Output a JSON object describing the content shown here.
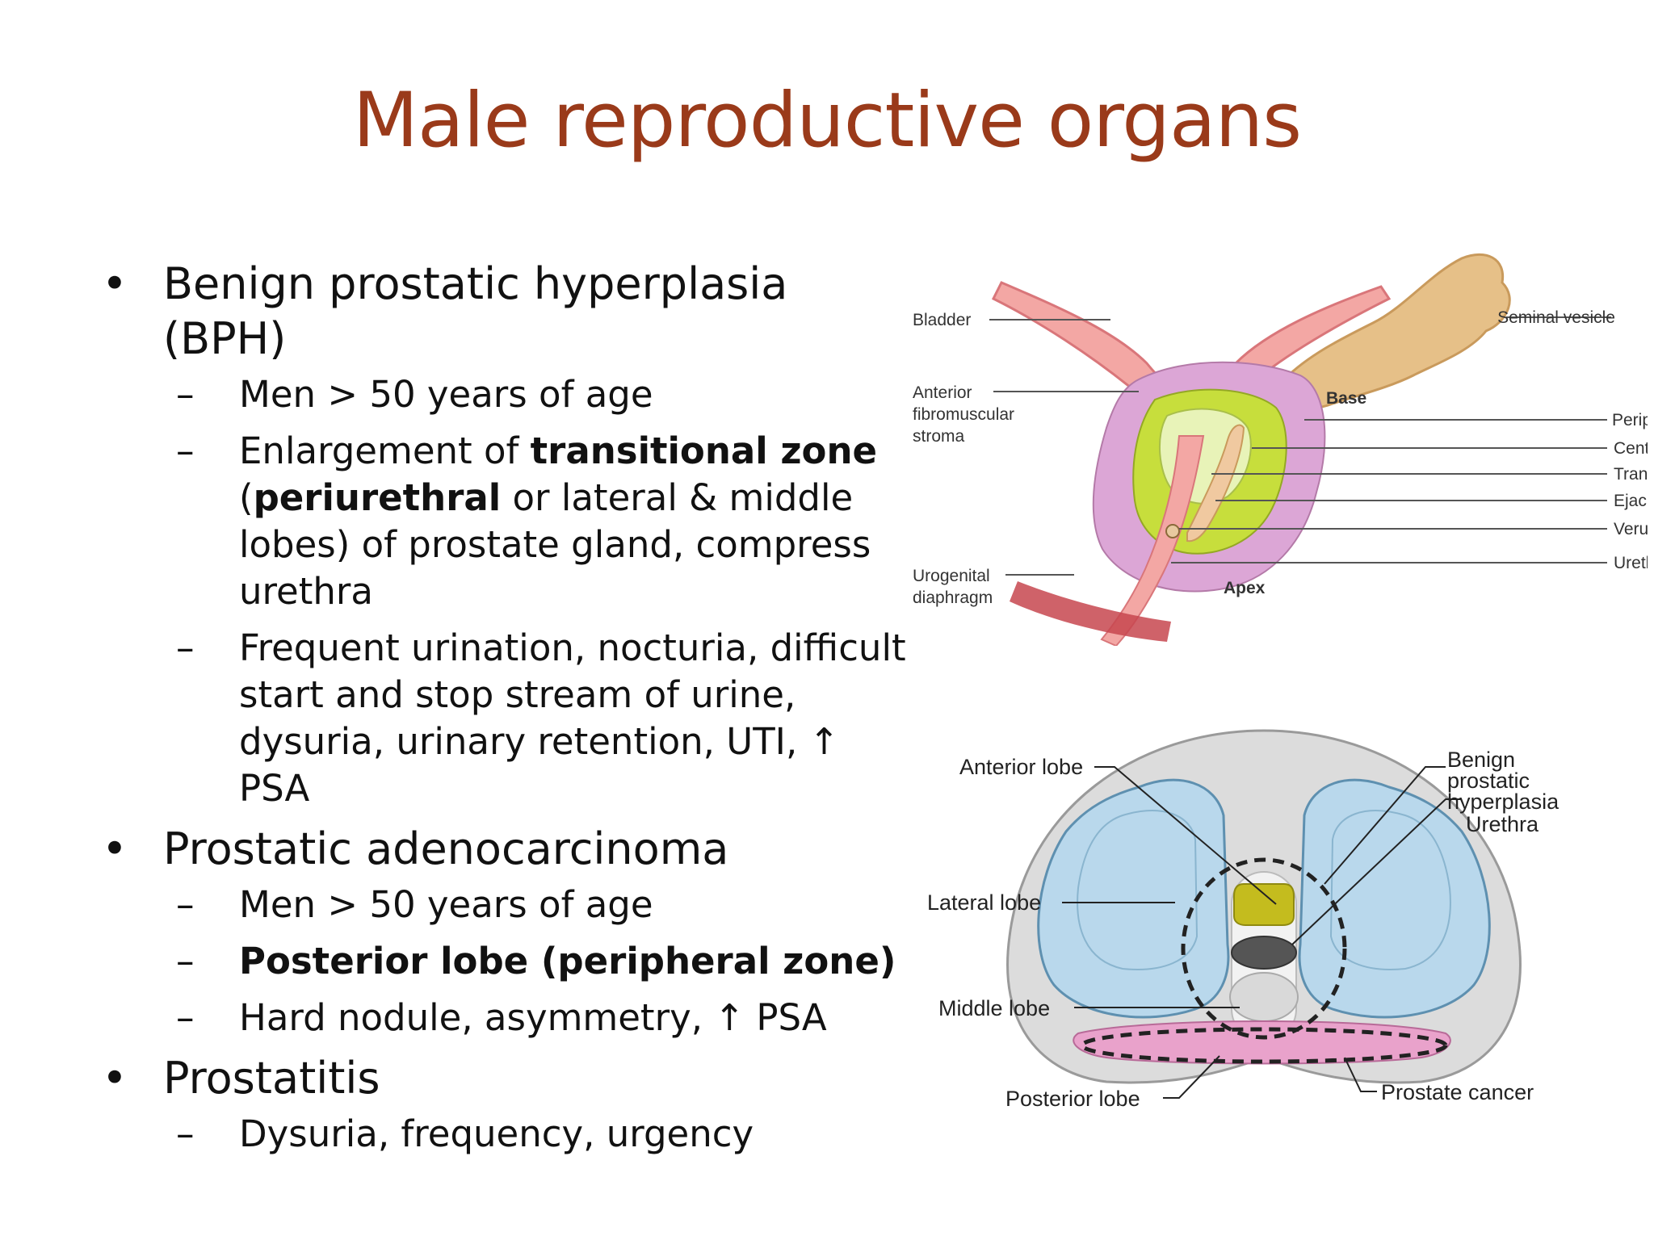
{
  "slide": {
    "title": "Male reproductive organs"
  },
  "bullets": {
    "bph": {
      "heading": "Benign prostatic hyperplasia (BPH)",
      "age": "Men > 50 years of age",
      "zone_pre": "Enlargement of ",
      "zone_bold1": "transitional zone",
      "zone_paren_open": "(",
      "zone_bold2": "periurethral",
      "zone_post": " or lateral & middle lobes) of prostate gland, compress urethra",
      "symptoms": "Frequent urination, nocturia, difficult start and stop stream of urine, dysuria, urinary retention, UTI,",
      "symptoms_arrow": "↑",
      "symptoms_tail": " PSA"
    },
    "adeno": {
      "heading": "Prostatic adenocarcinoma",
      "age": "Men > 50 years of age",
      "lobe": "Posterior lobe (peripheral zone)",
      "signs": "Hard nodule, asymmetry, ",
      "signs_arrow": "↑",
      "signs_tail": " PSA"
    },
    "prostatitis": {
      "heading": "Prostatitis",
      "symptoms": "Dysuria, frequency, urgency"
    }
  },
  "diagram_top": {
    "labels": {
      "bladder": "Bladder",
      "seminal_vesicle": "Seminal vesicle",
      "anterior_1": "Anterior",
      "anterior_2": "fibromuscular",
      "anterior_3": "stroma",
      "base": "Base",
      "peripheral_zone": "Peripheral zone",
      "central_zone": "Central zone",
      "transition_zone": "Transition zone",
      "ejaculatory_duct": "Ejaculatory duct",
      "verumontanum": "Verumontanum",
      "urethra": "Urethra",
      "urogenital_1": "Urogenital",
      "urogenital_2": "diaphragm",
      "apex": "Apex"
    }
  },
  "diagram_bottom": {
    "labels": {
      "anterior_lobe": "Anterior lobe",
      "bph_1": "Benign",
      "bph_2": "prostatic",
      "bph_3": "hyperplasia",
      "urethra": "Urethra",
      "lateral_lobe": "Lateral lobe",
      "middle_lobe": "Middle lobe",
      "posterior_lobe": "Posterior lobe",
      "prostate_cancer": "Prostate cancer"
    }
  },
  "colors": {
    "title": "#9a3a1a",
    "peripheral": "#dca6d6",
    "central": "#c7de3c",
    "transition": "#e8f3b8",
    "seminal": "#e6c088",
    "lobe_blue": "#b9d8ec",
    "cancer_pink": "#e9a2cb"
  }
}
